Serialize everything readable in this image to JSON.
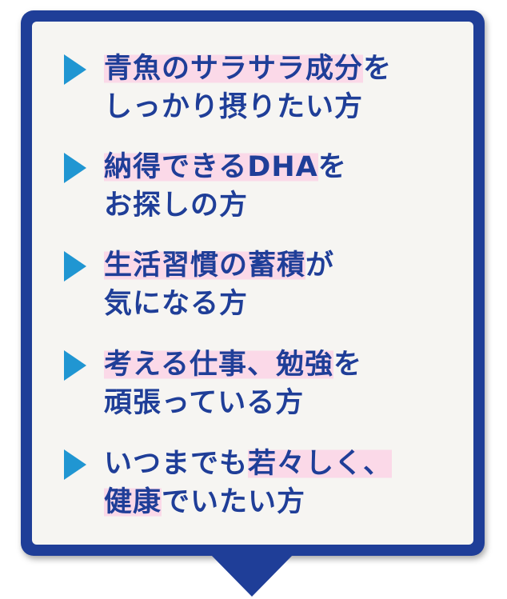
{
  "items": [
    {
      "line1_highlight": "青魚のサラサラ成分",
      "line1_rest": "を",
      "line2_highlight": "",
      "line2_rest": "しっかり摂りたい方"
    },
    {
      "line1_highlight": "納得できるDHA",
      "line1_rest": "を",
      "line2_highlight": "",
      "line2_rest": "お探しの方"
    },
    {
      "line1_highlight": "生活習慣の蓄積",
      "line1_rest": "が",
      "line2_highlight": "",
      "line2_rest": "気になる方"
    },
    {
      "line1_highlight": "考える仕事、勉強",
      "line1_rest": "を",
      "line2_highlight": "",
      "line2_rest": "頑張っている方"
    },
    {
      "line1_highlight": "",
      "line1_rest": "いつまでも",
      "line1_highlight_end": "若々しく、",
      "line2_highlight": "健康",
      "line2_rest": "でいたい方"
    }
  ],
  "colors": {
    "frame": "#1f3e98",
    "arrow": "#2096d2",
    "highlight": "#fbd9e8",
    "text": "#1f3e98",
    "background": "#f6f5f2"
  },
  "icons": {
    "bullet": "triangle-right-icon"
  }
}
